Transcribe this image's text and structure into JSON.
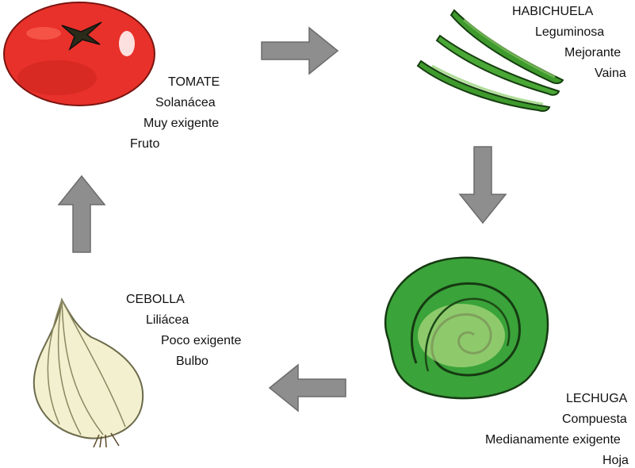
{
  "tomato": {
    "name": "TOMATE",
    "family": "Solanácea",
    "demand": "Muy exigente",
    "part": "Fruto"
  },
  "bean": {
    "name": "HABICHUELA",
    "family": "Leguminosa",
    "demand": "Mejorante",
    "part": "Vaina"
  },
  "lettuce": {
    "name": "LECHUGA",
    "family": "Compuesta",
    "demand": "Medianamente exigente",
    "part": "Hoja"
  },
  "onion": {
    "name": "CEBOLLA",
    "family": "Liliácea",
    "demand": "Poco exigente",
    "part": "Bulbo"
  },
  "colors": {
    "arrow": "#8e8e8e",
    "tomato": "#e8312a",
    "bean": "#3f9a2d",
    "lettuce": "#3aa33a",
    "onion": "#f3f0cf"
  },
  "icons": [
    "tomato-illustration",
    "green-bean-illustration",
    "lettuce-illustration",
    "onion-illustration",
    "arrow-right-icon",
    "arrow-down-icon",
    "arrow-left-icon",
    "arrow-up-icon"
  ]
}
